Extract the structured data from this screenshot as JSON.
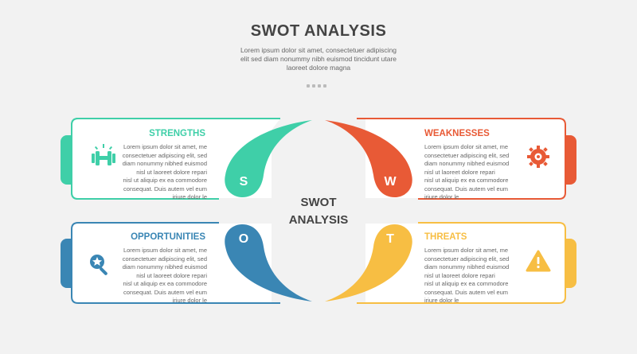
{
  "header": {
    "title": "SWOT ANALYSIS",
    "subtitle_lines": [
      "Lorem ipsum dolor sit amet, consectetuer adipiscing",
      "elit sed diam nonummy nibh euismod tincidunt utare",
      "laoreet dolore magna"
    ]
  },
  "center": {
    "line1": "SWOT",
    "line2": "ANALYSIS"
  },
  "quadrants": {
    "strengths": {
      "title": "STRENGTHS",
      "letter": "S",
      "color": "#3fcfa8",
      "icon": "dumbbell-icon",
      "body_lines": [
        "Lorem ipsum dolor sit amet, me",
        "consectetuer adipiscing elit, sed",
        "diam nonummy nibhed euismod",
        "nisl ut laoreet dolore repari",
        "nisl ut aliquip ex ea commodore",
        "consequat. Duis autem vel eum",
        "iriure dolor le"
      ]
    },
    "weaknesses": {
      "title": "WEAKNESSES",
      "letter": "W",
      "color": "#e85a36",
      "icon": "gear-icon",
      "body_lines": [
        "Lorem ipsum dolor sit amet, me",
        "consectetuer adipiscing elit, sed",
        "diam nonummy nibhed euismod",
        "nisl ut laoreet dolore repari",
        "nisl ut aliquip ex ea commodore",
        "consequat. Duis autem vel eum",
        "iriure dolor le"
      ]
    },
    "opportunities": {
      "title": "OPPORTUNITIES",
      "letter": "O",
      "color": "#3a86b4",
      "icon": "search-star-icon",
      "body_lines": [
        "Lorem ipsum dolor sit amet, me",
        "consectetuer adipiscing elit, sed",
        "diam nonummy nibhed euismod",
        "nisl ut laoreet dolore repari",
        "nisl ut aliquip ex ea commodore",
        "consequat. Duis autem vel eum",
        "iriure dolor le"
      ]
    },
    "threats": {
      "title": "THREATS",
      "letter": "T",
      "color": "#f7be43",
      "icon": "warning-icon",
      "body_lines": [
        "Lorem ipsum dolor sit amet, me",
        "consectetuer adipiscing elit, sed",
        "diam nonummy nibhed euismod",
        "nisl ut laoreet dolore repari",
        "nisl ut aliquip ex ea commodore",
        "consequat. Duis autem vel eum",
        "iriure dolor le"
      ]
    }
  }
}
